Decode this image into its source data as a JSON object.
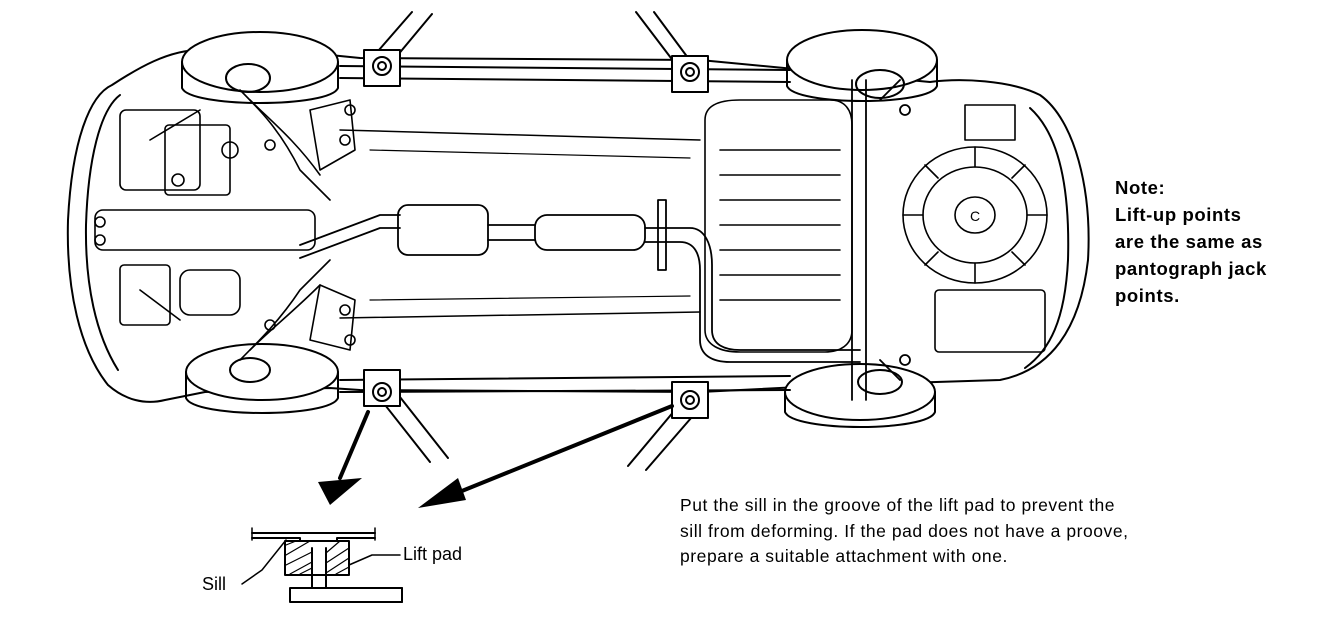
{
  "note": {
    "heading": "Note:",
    "lines": [
      "Lift-up points",
      "are the same as",
      "pantograph jack",
      "points."
    ]
  },
  "instructions": {
    "lines": [
      "Put the sill in the groove of the lift pad to prevent the",
      "sill from deforming. If the pad does not have a proove,",
      "prepare a suitable attachment with one."
    ]
  },
  "detail": {
    "lift_pad_label": "Lift pad",
    "sill_label": "Sill"
  },
  "spare_wheel": {
    "hub_label": "C"
  }
}
